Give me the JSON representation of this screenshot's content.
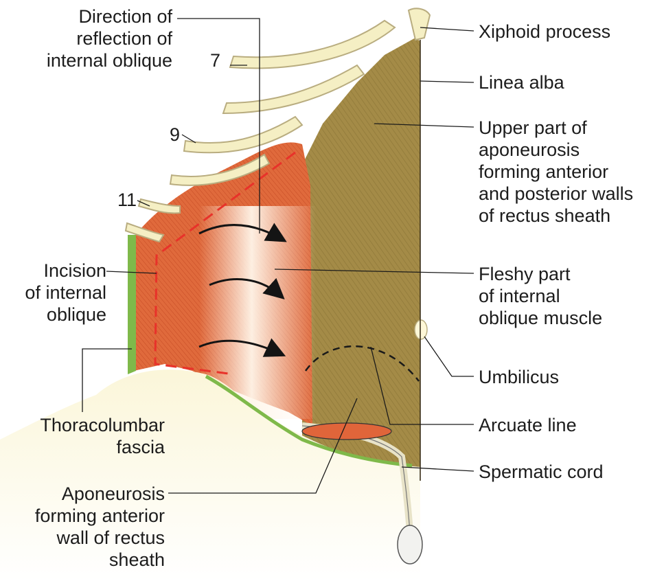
{
  "labels": {
    "direction": [
      "Direction of",
      "reflection of",
      "internal oblique"
    ],
    "incision": [
      "Incision",
      "of internal",
      "oblique"
    ],
    "thoracolumbar": [
      "Thoracolumbar",
      "fascia"
    ],
    "aponeurosis_anterior": [
      "Aponeurosis",
      "forming  anterior",
      "wall of rectus",
      "sheath"
    ],
    "xiphoid": [
      "Xiphoid process"
    ],
    "linea_alba": [
      "Linea alba"
    ],
    "upper_aponeurosis": [
      "Upper part of",
      "aponeurosis",
      "forming anterior",
      "and posterior walls",
      "of rectus sheath"
    ],
    "fleshy": [
      "Fleshy part",
      "of internal",
      "oblique muscle"
    ],
    "umbilicus": [
      "Umbilicus"
    ],
    "arcuate": [
      "Arcuate line"
    ],
    "spermatic": [
      "Spermatic cord"
    ]
  },
  "rib_numbers": {
    "seven": "7",
    "nine": "9",
    "eleven": "11"
  },
  "colors": {
    "aponeurosis": "#a48b47",
    "muscle": "#e0653a",
    "fascia": "#7fb94a",
    "bone": "#f5efc4",
    "incision": "#e8322a"
  }
}
